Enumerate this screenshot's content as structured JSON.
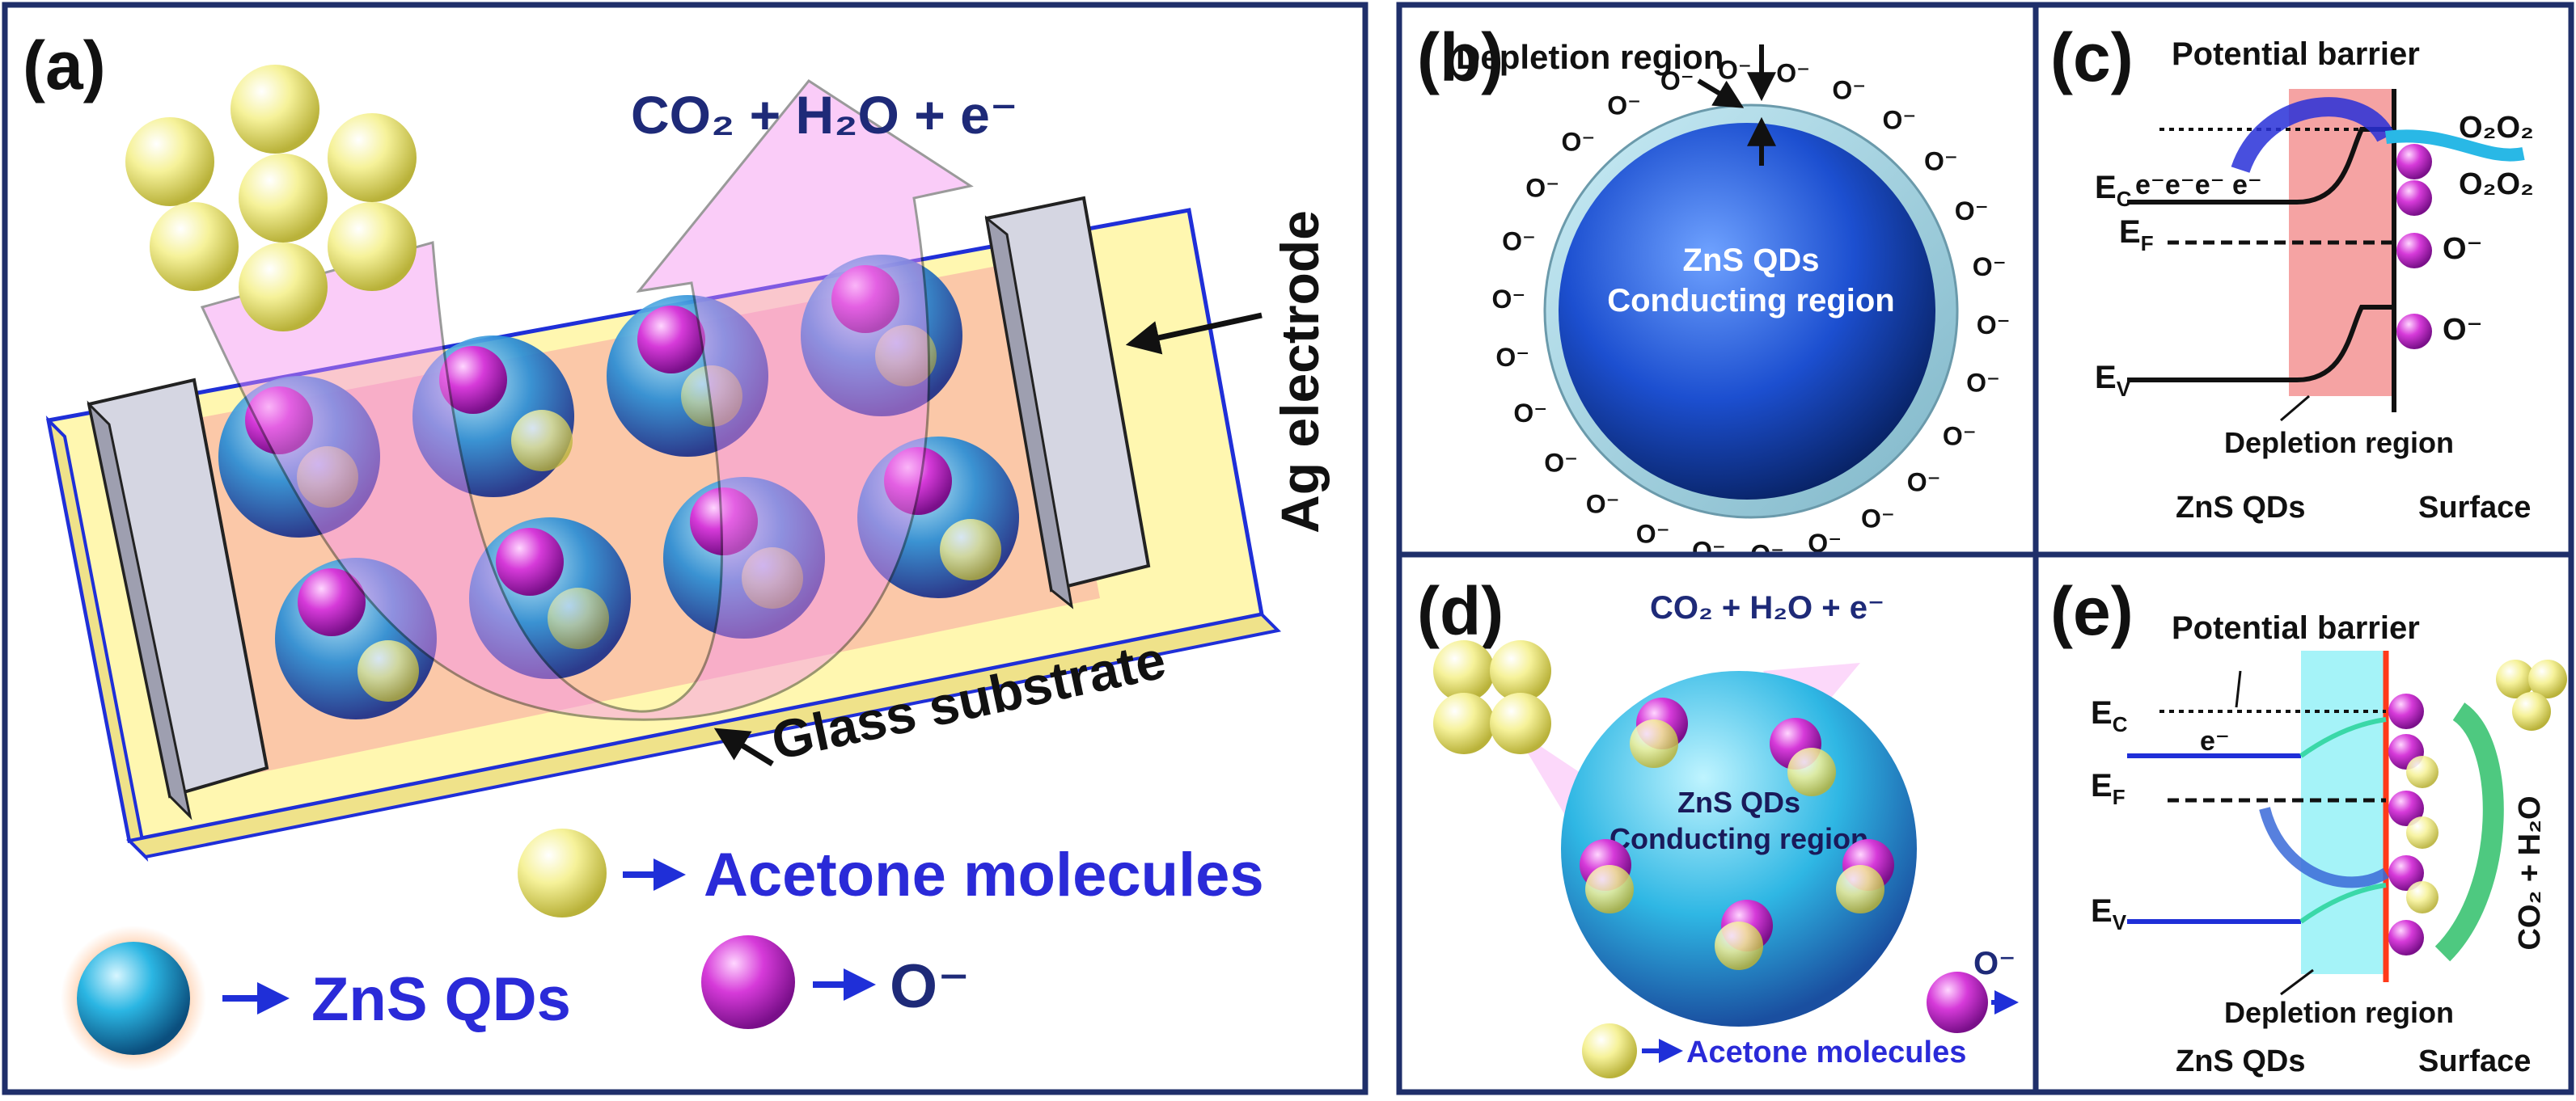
{
  "colors": {
    "frame": "#1f2f6a",
    "navy_text": "#1e2a78",
    "blue_text": "#2a2ad8",
    "zns_blue": "#1f5bd6",
    "zns_cyan": "#29b8e6",
    "oxygen_magenta": "#d13ad9",
    "acetone_yellow": "#f3ef8a",
    "depletion_pink": "#f28c8c",
    "depletion_cyan": "#8ff0f6",
    "surface_red": "#ff3a1a",
    "gas_arrow_pink": "#f58ff0",
    "electrode_gray": "#cfd0dc",
    "substrate_yellow": "#fff7b0"
  },
  "panel_a": {
    "label": "(a)",
    "gas_products": "CO₂ + H₂O + e⁻",
    "electrode_label": "Ag electrode",
    "substrate_label": "Glass substrate",
    "legend": {
      "acetone": "Acetone molecules",
      "zns": "ZnS QDs",
      "oxygen": "O⁻"
    }
  },
  "panel_b": {
    "label": "(b)",
    "depletion_label": "Depletion region",
    "core_line1": "ZnS QDs",
    "core_line2": "Conducting region",
    "ion": "O⁻"
  },
  "panel_c": {
    "label": "(c)",
    "barrier_label": "Potential barrier",
    "ec": "E",
    "ec_sub": "C",
    "ef": "E",
    "ef_sub": "F",
    "ev": "E",
    "ev_sub": "V",
    "electrons": "e⁻e⁻e⁻ e⁻",
    "o2_label": "O₂O₂",
    "o2_label2": "O₂O₂",
    "ion": "O⁻",
    "depletion_label": "Depletion region",
    "bottom_left": "ZnS QDs",
    "bottom_right": "Surface"
  },
  "panel_d": {
    "label": "(d)",
    "gas_products": "CO₂ + H₂O + e⁻",
    "core_line1": "ZnS QDs",
    "core_line2": "Conducting region",
    "legend_oxygen": "O⁻",
    "legend_acetone": "Acetone molecules"
  },
  "panel_e": {
    "label": "(e)",
    "barrier_label": "Potential barrier",
    "ec": "E",
    "ec_sub": "C",
    "ef": "E",
    "ef_sub": "F",
    "ev": "E",
    "ev_sub": "V",
    "electron": "e⁻",
    "products": "CO₂ + H₂O",
    "depletion_label": "Depletion region",
    "bottom_left": "ZnS QDs",
    "bottom_right": "Surface"
  }
}
